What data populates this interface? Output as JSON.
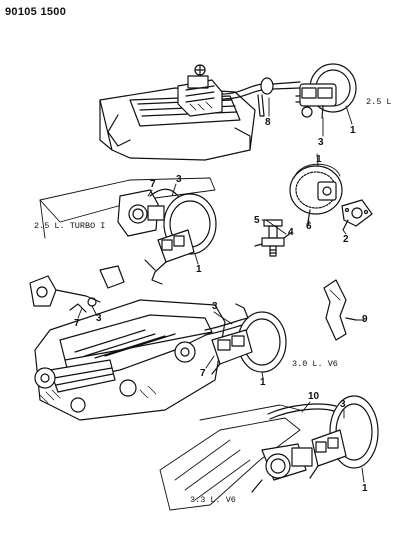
{
  "document_id": "90105 1500",
  "engine_labels": {
    "e25": "2.5 L",
    "e25t": "2.5 L. TURBO I",
    "e30": "3.0 L. V6",
    "e33": "3.3 L. V6"
  },
  "callouts": {
    "c1a": "1",
    "c1b": "1",
    "c1c": "1",
    "c1d": "1",
    "c1e": "1",
    "c2": "2",
    "c3a": "3",
    "c3b": "3",
    "c3c": "3",
    "c3d": "3",
    "c3e": "3",
    "c4": "4",
    "c5": "5",
    "c6": "6",
    "c7a": "7",
    "c7b": "7",
    "c7c": "7",
    "c8": "8",
    "c9": "9",
    "c10": "10"
  },
  "colors": {
    "ink": "#111111",
    "paper": "#ffffff"
  }
}
